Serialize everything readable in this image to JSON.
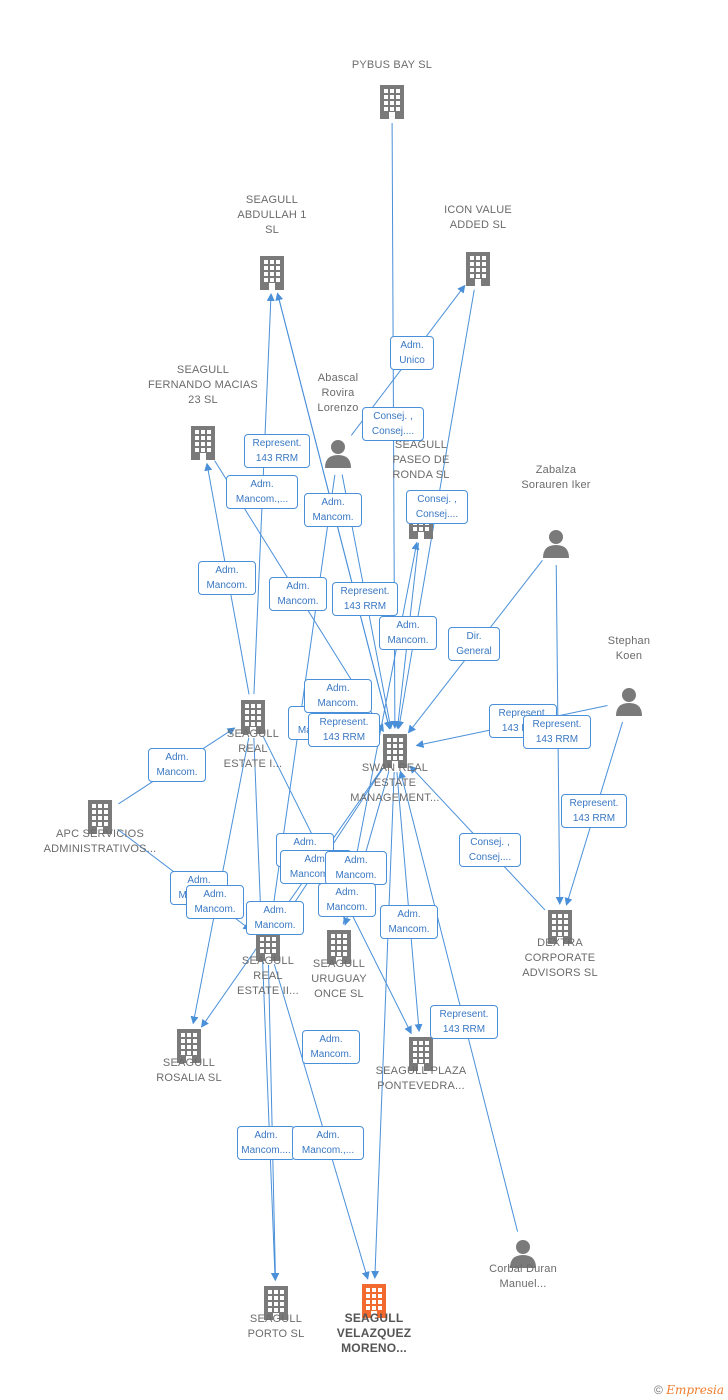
{
  "colors": {
    "edge": "#4a90d9",
    "node": "#7a7a7a",
    "highlight": "#f26a2e"
  },
  "nodes": {
    "pybus": "PYBUS BAY  SL",
    "abdullah": "SEAGULL ABDULLAH 1  SL",
    "iconvalue": "ICON VALUE ADDED  SL",
    "fernando": "SEAGULL FERNANDO MACIAS 23  SL",
    "abascal": "Abascal Rovira Lorenzo",
    "paseo": "SEAGULL PASEO DE RONDA  SL",
    "zabalza": "Zabalza Sorauren Iker",
    "stephan": "Stephan Koen",
    "realestate1": "SEAGULL REAL ESTATE I...",
    "swan": "SWAN REAL ESTATE MANAGEMENT...",
    "apc": "APC SERVICIOS ADMINISTRATIVOS...",
    "dextra": "DEXTRA CORPORATE ADVISORS SL",
    "realestate2": "SEAGULL REAL ESTATE II...",
    "uruguay": "SEAGULL URUGUAY ONCE  SL",
    "rosalia": "SEAGULL ROSALIA  SL",
    "plaza": "SEAGULL PLAZA PONTEVEDRA...",
    "porto": "SEAGULL PORTO  SL",
    "velazquez": "SEAGULL VELAZQUEZ MORENO...",
    "corbal": "Corbal Duran Manuel..."
  },
  "edge_labels": {
    "e1": "Adm. Unico",
    "e2": "Consej. , Consej....",
    "e3": "Represent. 143 RRM",
    "e4": "Adm. Mancom.,...",
    "e5": "Adm. Mancom.",
    "e6": "Consej. , Consej....",
    "e7": "Adm. Mancom.",
    "e8": "Adm. Mancom.",
    "e9": "Represent. 143 RRM",
    "e10": "Adm. Mancom.",
    "e11": "Dir. General",
    "e12": "Represent. 143 RRM",
    "e13": "Represent. 143 RRM",
    "e14": "Adm. Mancom.",
    "e15": "Represent. 143 RRM",
    "e16": "Adm. Mancom.,...",
    "e17": "Adm. Mancom.",
    "e18": "Consej. , Consej....",
    "e19": "Represent. 143 RRM",
    "e20": "Adm. Mancom.",
    "e21": "Adm. Mancom.,...",
    "e22": "Adm. Mancom.",
    "e23": "Adm. Mancom.",
    "e24": "Adm. Mancom.",
    "e25": "Adm. Mancom.",
    "e26": "Adm. Mancom.",
    "e27": "Adm. Mancom.",
    "e28": "Adm. Mancom.",
    "e29": "Represent. 143 RRM",
    "e30": "Adm. Mancom....",
    "e31": "Adm. Mancom.,..."
  },
  "footer": {
    "copyright": "©",
    "brand": "Empresia"
  }
}
